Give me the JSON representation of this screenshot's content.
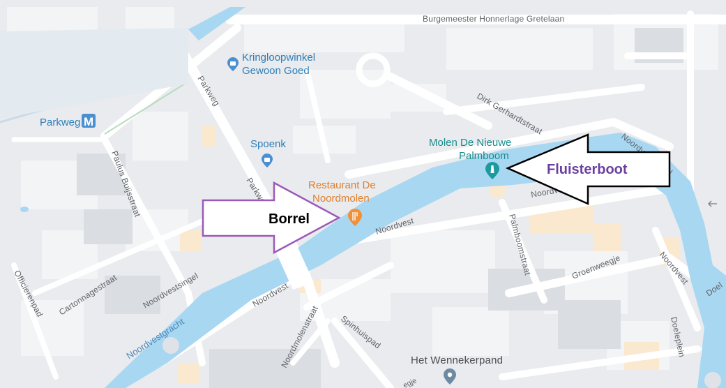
{
  "map": {
    "streets": {
      "burgemeester": "Burgemeester Honnerlage Gretelaan",
      "parkweg_upper": "Parkweg",
      "parkweg_lower": "Parkweg",
      "dirk": "Dirk Gerhardtstraat",
      "paulus": "Paulus Buijsstraat",
      "cartonnage": "Cartonnagestraat",
      "officieren": "Officierenpad",
      "noordvestsingel_left": "Noordvestsingel",
      "noordvestsingel_right": "Noordvestsingel",
      "noordvest_center": "Noordvest",
      "noordvest_right": "Noordvest",
      "noordvest_lower": "Noordvest",
      "noordvest_far": "Noordvest",
      "palmboom": "Palmboomstraat",
      "groenweegje": "Groenweegje",
      "noordmolen": "Noordmolenstraat",
      "spinhuis": "Spinhuispad",
      "doeleplein": "Doeleplein",
      "doel_cut": "Doel",
      "weegje_cut": "egje"
    },
    "water": {
      "gracht": "Noordvestgracht"
    },
    "pois": {
      "kringloop_line1": "Kringloopwinkel",
      "kringloop_line2": "Gewoon Goed",
      "parkweg_metro": "Parkweg",
      "metro_badge": "M",
      "spoenk": "Spoenk",
      "restaurant_line1": "Restaurant De",
      "restaurant_line2": "Noordmolen",
      "molen_line1": "Molen De Nieuwe",
      "molen_line2": "Palmboom",
      "wennekerpand": "Het Wennekerpand"
    },
    "annotations": {
      "borrel": "Borrel",
      "fluisterboot": "Fluisterboot"
    },
    "icons": {
      "shopping": "shopping-bag-pin-icon",
      "metro": "metro-station-icon",
      "restaurant": "fork-knife-pin-icon",
      "monument": "monument-pin-icon",
      "place": "place-pin-icon"
    },
    "colors": {
      "water": "#a8d7f2",
      "road": "#ffffff",
      "block": "#eceef1",
      "highlight": "#fbe9cf",
      "borrel_arrow": "#9b5ab8",
      "fluister_arrow": "#000000"
    }
  }
}
